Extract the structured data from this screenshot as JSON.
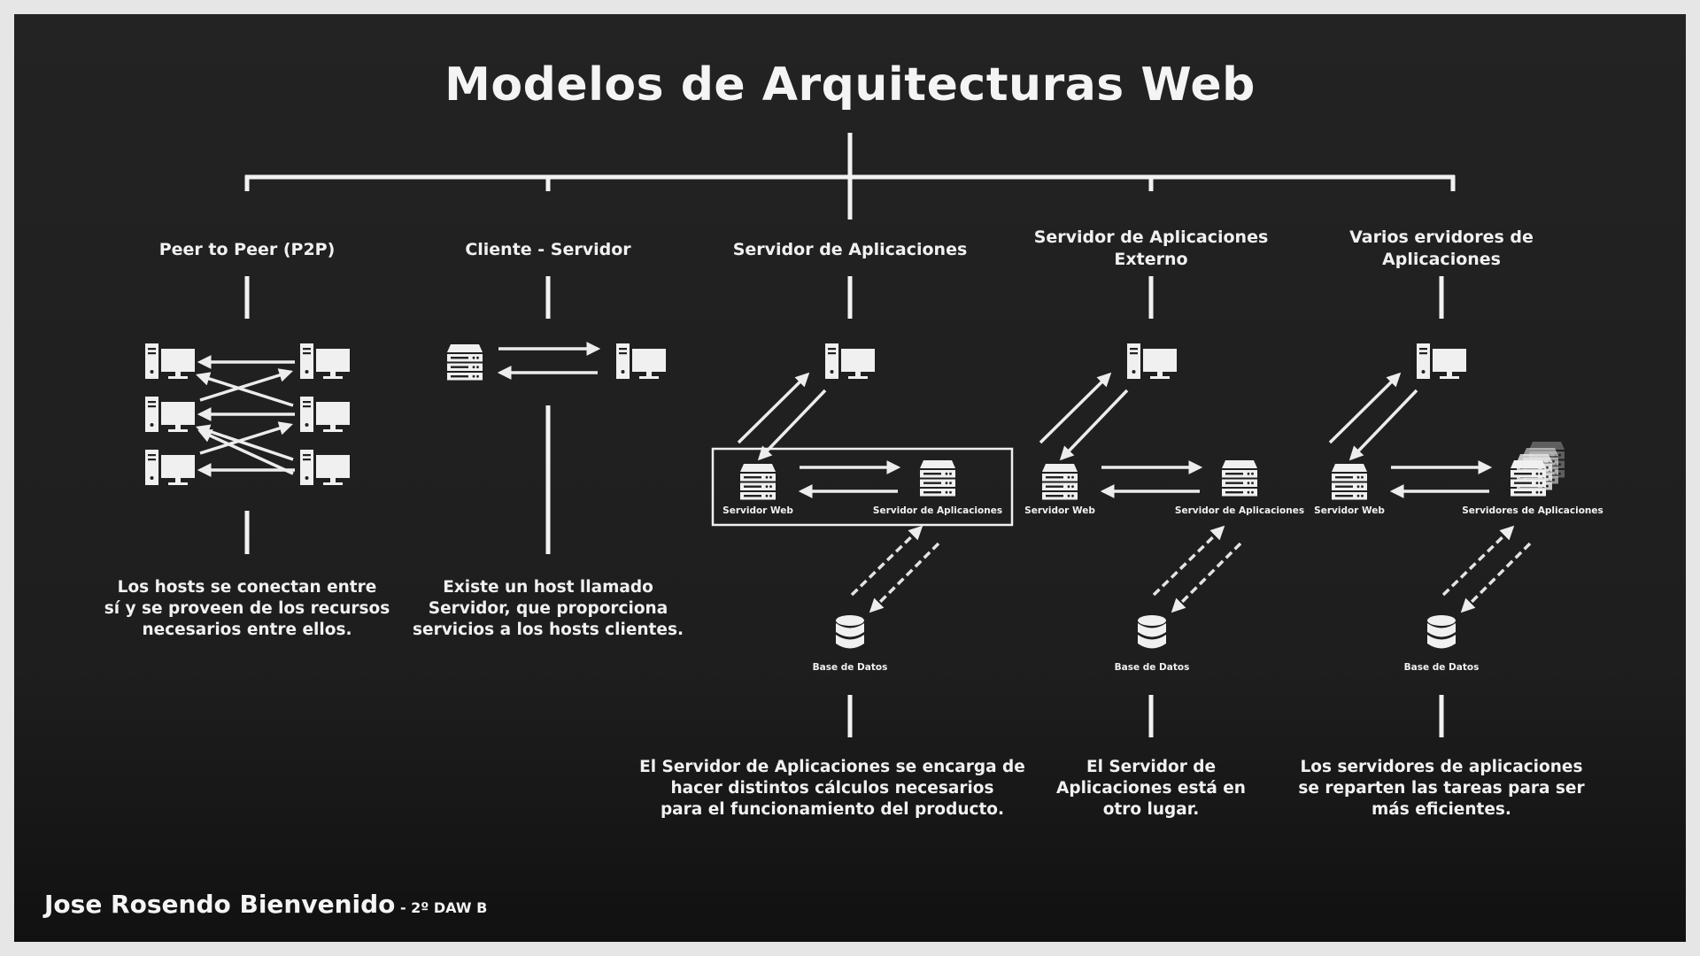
{
  "title": "Modelos de Arquitecturas Web",
  "models": [
    {
      "heading": "Peer to Peer (P2P)",
      "description": [
        "Los hosts se conectan entre",
        "sí y se proveen de los recursos",
        "necesarios entre ellos."
      ]
    },
    {
      "heading": "Cliente - Servidor",
      "description": [
        "Existe un host llamado",
        "Servidor, que proporciona",
        "servicios a los hosts clientes."
      ]
    },
    {
      "heading": "Servidor de Aplicaciones",
      "labels": {
        "web": "Servidor Web",
        "app": "Servidor de Aplicaciones",
        "db": "Base de Datos"
      },
      "description": [
        "El Servidor de Aplicaciones se encarga de",
        "hacer distintos cálculos necesarios",
        "para el funcionamiento del producto."
      ]
    },
    {
      "heading": [
        "Servidor de Aplicaciones",
        "Externo"
      ],
      "labels": {
        "web": "Servidor Web",
        "app": "Servidor de Aplicaciones",
        "db": "Base de Datos"
      },
      "description": [
        "El Servidor de",
        "Aplicaciones está en",
        "otro lugar."
      ]
    },
    {
      "heading": [
        "Varios ervidores de",
        "Aplicaciones"
      ],
      "labels": {
        "web": "Servidor Web",
        "app": "Servidores de Aplicaciones",
        "db": "Base de Datos"
      },
      "description": [
        "Los servidores de aplicaciones",
        "se reparten las tareas para ser",
        "más eficientes."
      ]
    }
  ],
  "author": {
    "name": "Jose Rosendo Bienvenido",
    "course": " - 2º DAW B"
  },
  "colors": {
    "background": "#1f1f1f",
    "foreground": "#f2f2f2",
    "page": "#e6e6e6"
  },
  "icons": [
    "computer-icon",
    "server-icon",
    "database-icon",
    "arrow-icon",
    "dashed-arrow-icon"
  ]
}
